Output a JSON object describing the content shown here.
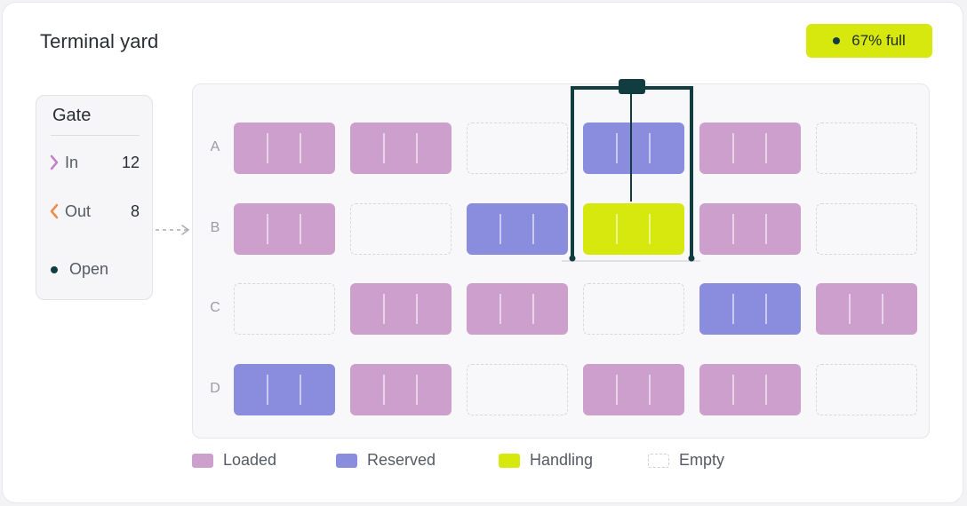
{
  "header": {
    "title": "Terminal yard",
    "capacity_badge": "67% full"
  },
  "gate": {
    "title": "Gate",
    "in_label": "In",
    "in_count": "12",
    "out_label": "Out",
    "out_count": "8",
    "status": "Open"
  },
  "yard": {
    "rows": [
      {
        "label": "A",
        "slots": [
          "loaded",
          "loaded",
          "empty",
          "reserved",
          "loaded",
          "empty"
        ]
      },
      {
        "label": "B",
        "slots": [
          "loaded",
          "empty",
          "reserved",
          "handling",
          "loaded",
          "empty"
        ]
      },
      {
        "label": "C",
        "slots": [
          "empty",
          "loaded",
          "loaded",
          "empty",
          "reserved",
          "loaded"
        ]
      },
      {
        "label": "D",
        "slots": [
          "reserved",
          "loaded",
          "empty",
          "loaded",
          "loaded",
          "empty"
        ]
      }
    ],
    "crane_over": {
      "row": "B",
      "column": 4
    }
  },
  "legend": {
    "loaded": "Loaded",
    "reserved": "Reserved",
    "handling": "Handling",
    "empty": "Empty"
  },
  "colors": {
    "loaded": "#cd9fcc",
    "reserved": "#8a8cdd",
    "handling": "#d6e80e",
    "crane": "#123d40",
    "in_icon": "#c77fc8",
    "out_icon": "#f08a4b"
  },
  "icons": {
    "in": "chevron-right-icon",
    "out": "chevron-left-icon",
    "status": "status-dot-icon",
    "flow": "dashed-arrow-icon",
    "crane": "gantry-crane-icon"
  }
}
